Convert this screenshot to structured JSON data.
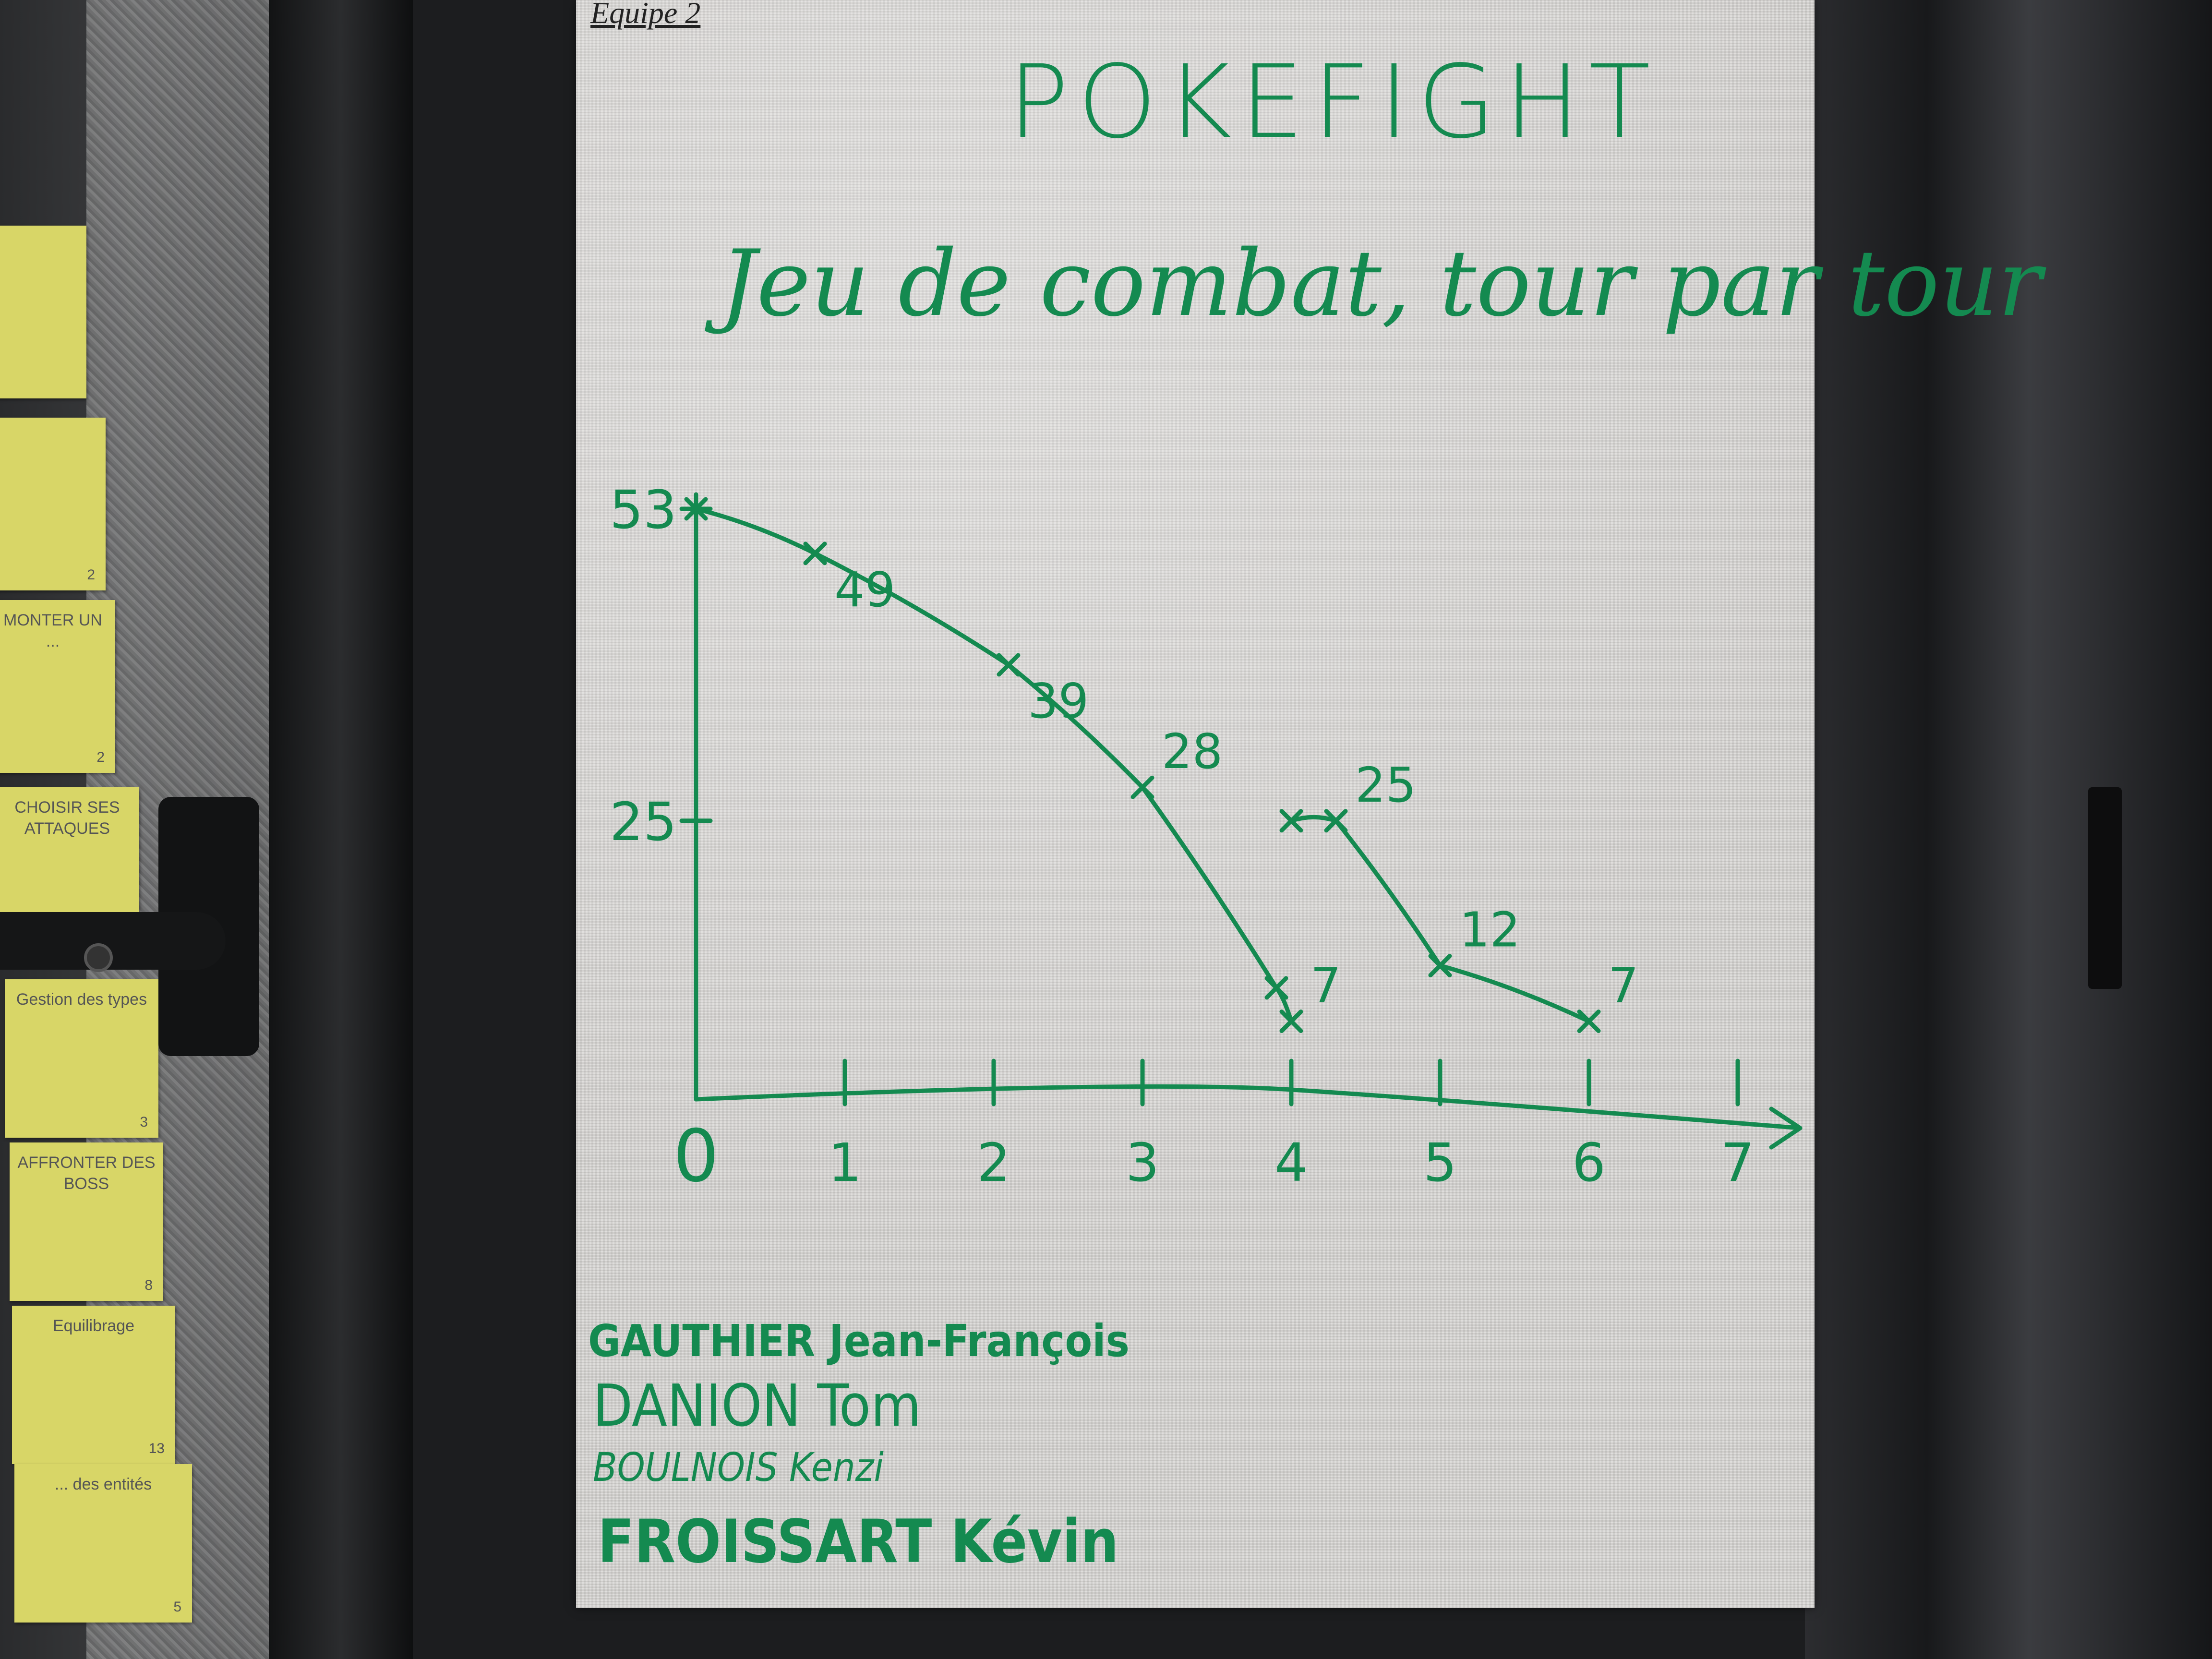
{
  "team_tag": "Equipe 2",
  "poster": {
    "title": "POKEFIGHT",
    "subtitle": "Jeu de combat, tour par tour",
    "names": [
      "GAUTHIER Jean-François",
      "DANION Tom",
      "BOULNOIS Kenzi",
      "FROISSART Kévin"
    ]
  },
  "sticky_notes": [
    {
      "text": "",
      "num": ""
    },
    {
      "text": "",
      "num": "2"
    },
    {
      "text": "MONTER UN ...",
      "num": "2"
    },
    {
      "text": "CHOISIR SES ATTAQUES",
      "num": ""
    },
    {
      "text": "Gestion des types",
      "num": "3"
    },
    {
      "text": "AFFRONTER DES BOSS",
      "num": "8"
    },
    {
      "text": "Equilibrage",
      "num": "13"
    },
    {
      "text": "... des entités",
      "num": "5"
    }
  ],
  "chart_data": {
    "type": "line",
    "x_ticks": [
      "0",
      "1",
      "2",
      "3",
      "4",
      "5",
      "6",
      "7"
    ],
    "y_ticks": [
      "25",
      "53"
    ],
    "ylim": [
      0,
      53
    ],
    "xlim": [
      0,
      7
    ],
    "series": [
      {
        "points": [
          [
            0,
            53
          ],
          [
            0.8,
            49
          ],
          [
            2.1,
            39
          ],
          [
            3,
            28
          ],
          [
            3.9,
            10
          ],
          [
            4,
            7
          ]
        ]
      },
      {
        "points": [
          [
            4,
            25
          ],
          [
            4.3,
            25
          ],
          [
            5,
            12
          ],
          [
            6,
            7
          ]
        ]
      }
    ],
    "annotations": [
      {
        "x": 0.8,
        "y": 49,
        "text": "49"
      },
      {
        "x": 2.1,
        "y": 39,
        "text": "39"
      },
      {
        "x": 3,
        "y": 28,
        "text": "28"
      },
      {
        "x": 4,
        "y": 7,
        "text": "7"
      },
      {
        "x": 4.3,
        "y": 25,
        "text": "25"
      },
      {
        "x": 5,
        "y": 12,
        "text": "12"
      },
      {
        "x": 6,
        "y": 7,
        "text": "7"
      }
    ]
  }
}
